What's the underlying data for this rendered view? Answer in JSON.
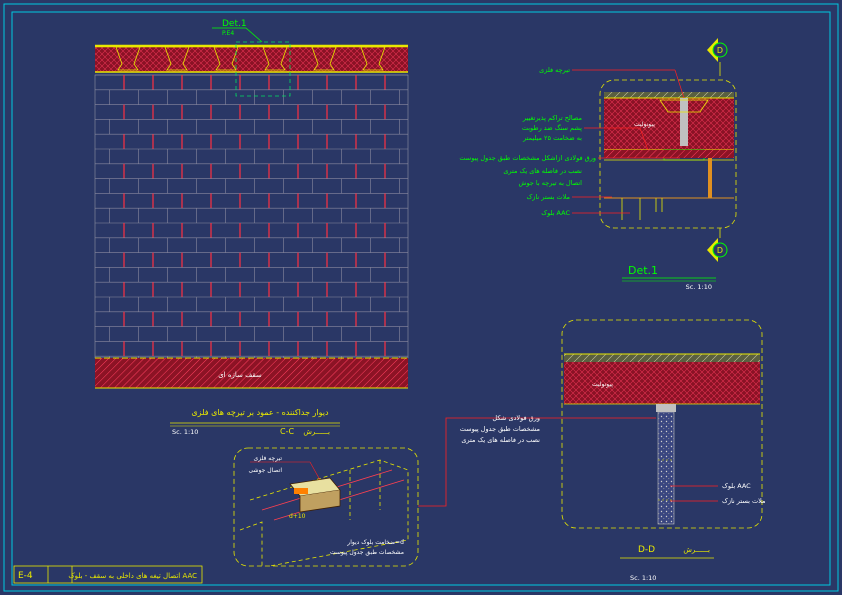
{
  "drawing": {
    "sheet_code": "E-4",
    "sheet_title": "اتصال تیغه های داخلی به سقف - بلوک AAC",
    "colors": {
      "background": "#2a3766",
      "border": "#00c8e0",
      "label_green": "#00ff00",
      "leader_red": "#ff2020",
      "hatch_red": "#a01020",
      "yellow": "#e8e800"
    }
  },
  "elevation": {
    "det_ref": "Det.1",
    "det_ref_sub": "P.E4",
    "slab_label": "سقف سازه ای",
    "title": "دیوار جداکننده - عمود بر تیرچه های فلزی",
    "section_label": "C-C",
    "section_word": "بــــــرش",
    "scale": "Sc. 1:10"
  },
  "det1": {
    "marker": "D",
    "title": "Det.1",
    "scale": "Sc. 1:10",
    "polyurethane": "پیونولیت",
    "labels": {
      "joist": "تیرچه فلزی",
      "fill_1": "مصالح تراکم پذیرتغییر",
      "fill_2": "پشم سنگ ضد رطوبت",
      "fill_3": "به ضخامت ۲۵ میلیمتر",
      "plate_1": "ورق فولادی ازاشکل مشخصات طبق جدول پیوست",
      "plate_2": "نصب در فاصله های یک متری",
      "plate_3": "اتصال به تیرچه با جوش",
      "mortar": "ملات بستر نازک",
      "block": "بلوک AAC"
    }
  },
  "iso": {
    "joist": "تیرچه فلزی",
    "weld": "اتصال جوشی",
    "dim": "d+10",
    "block_1": "ضخامت بلوک دیوار=d",
    "block_2": "مشخصات طبق جدول پیوست"
  },
  "sectionD": {
    "polyurethane": "پیونولیت",
    "plate_1": "ورق فولادی شکل",
    "plate_2": "مشخصات طبق جدول پیوست",
    "plate_3": "نصب در فاصله های یک متری",
    "block": "بلوک AAC",
    "mortar": "ملات بستر نازک",
    "section_label": "D-D",
    "section_word": "بــــــرش",
    "scale": "Sc. 1:10"
  }
}
